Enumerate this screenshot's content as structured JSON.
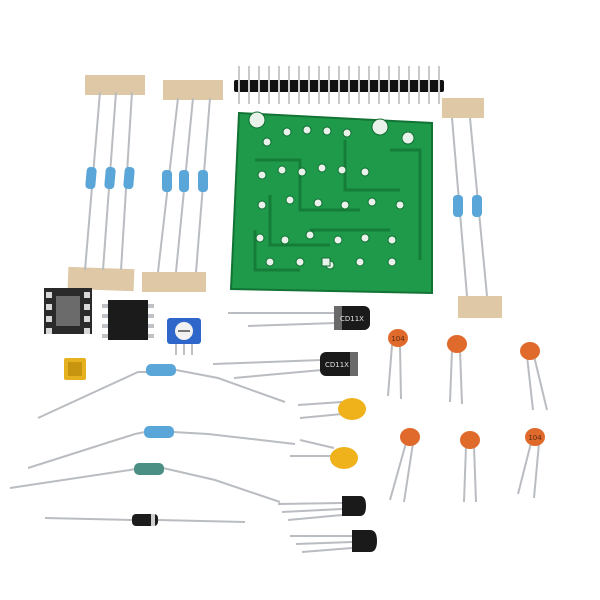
{
  "photo": {
    "background_color": "#ffffff",
    "colors": {
      "pcb_green": "#1f9a4a",
      "pcb_dark_trace": "#157a37",
      "pad_white": "#e9f2ea",
      "wire_silver": "#b9bcc0",
      "tape_tan": "#dfc8a6",
      "resistor_blue": "#5aa6d8",
      "capacitor_orange": "#e06a2c",
      "tantalum_yellow": "#f0b21a",
      "electrolytic_black": "#1a1a1a",
      "trimpot_blue": "#2e66c9",
      "ic_black": "#1b1b1b"
    },
    "markings": {
      "electrolytic_cap_1": "CD11X",
      "electrolytic_cap_2": "CD11X",
      "ceramic_cap_1": "104",
      "ceramic_cap_2": "104"
    }
  }
}
